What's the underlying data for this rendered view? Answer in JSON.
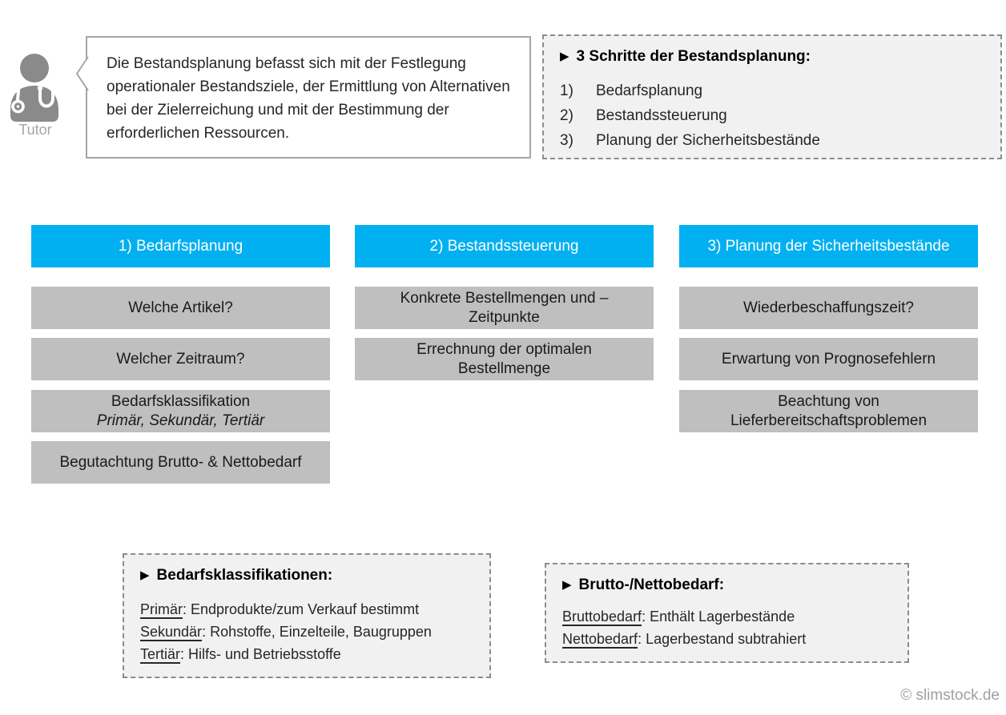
{
  "colors": {
    "accent_blue": "#00b0f0",
    "box_gray": "#bfbfbf",
    "panel_bg": "#f1f1f1",
    "panel_border": "#8c8c8c",
    "bubble_border": "#a6a6a6",
    "text_dark": "#262626",
    "muted_gray": "#a6a6a6",
    "icon_gray": "#8a8a8a",
    "header_text": "#ffffff"
  },
  "tutor": {
    "label": "Tutor",
    "speech": "Die Bestandsplanung befasst sich mit der Festlegung operationaler Bestandsziele, der Ermittlung von Alternativen bei der Zielerreichung und mit der Bestimmung der erforderlichen Ressourcen."
  },
  "steps_box": {
    "bullet": "▶",
    "title": "3 Schritte der Bestandsplanung:",
    "items": [
      {
        "num": "1)",
        "label": "Bedarfsplanung"
      },
      {
        "num": "2)",
        "label": "Bestandssteuerung"
      },
      {
        "num": "3)",
        "label": "Planung der Sicherheitsbestände"
      }
    ]
  },
  "columns": [
    {
      "header": "1) Bedarfsplanung",
      "boxes": [
        {
          "text": "Welche Artikel?"
        },
        {
          "text": "Welcher Zeitraum?"
        },
        {
          "text": "Bedarfsklassifikation",
          "subtext_italic": "Primär, Sekundär, Tertiär"
        },
        {
          "text": "Begutachtung Brutto- & Nettobedarf"
        }
      ]
    },
    {
      "header": "2) Bestandssteuerung",
      "boxes": [
        {
          "text": "Konkrete Bestellmengen und –\nZeitpunkte"
        },
        {
          "text": "Errechnung der optimalen\nBestellmenge"
        }
      ]
    },
    {
      "header": "3) Planung der Sicherheitsbestände",
      "boxes": [
        {
          "text": "Wiederbeschaffungszeit?"
        },
        {
          "text": "Erwartung von Prognosefehlern"
        },
        {
          "text": "Beachtung von\nLieferbereitschaftsproblemen"
        }
      ]
    }
  ],
  "definitions_left": {
    "bullet": "▶",
    "title": "Bedarfsklassifikationen:",
    "items": [
      {
        "term": "Primär",
        "rest": ": Endprodukte/zum Verkauf bestimmt"
      },
      {
        "term": "Sekundär",
        "rest": ": Rohstoffe, Einzelteile, Baugruppen"
      },
      {
        "term": "Tertiär",
        "rest": ": Hilfs- und Betriebsstoffe"
      }
    ]
  },
  "definitions_right": {
    "bullet": "▶",
    "title": "Brutto-/Nettobedarf:",
    "items": [
      {
        "term": "Bruttobedarf",
        "rest": ": Enthält Lagerbestände"
      },
      {
        "term": "Nettobedarf",
        "rest": ": Lagerbestand subtrahiert"
      }
    ]
  },
  "footer": {
    "copyright": "© slimstock.de"
  }
}
